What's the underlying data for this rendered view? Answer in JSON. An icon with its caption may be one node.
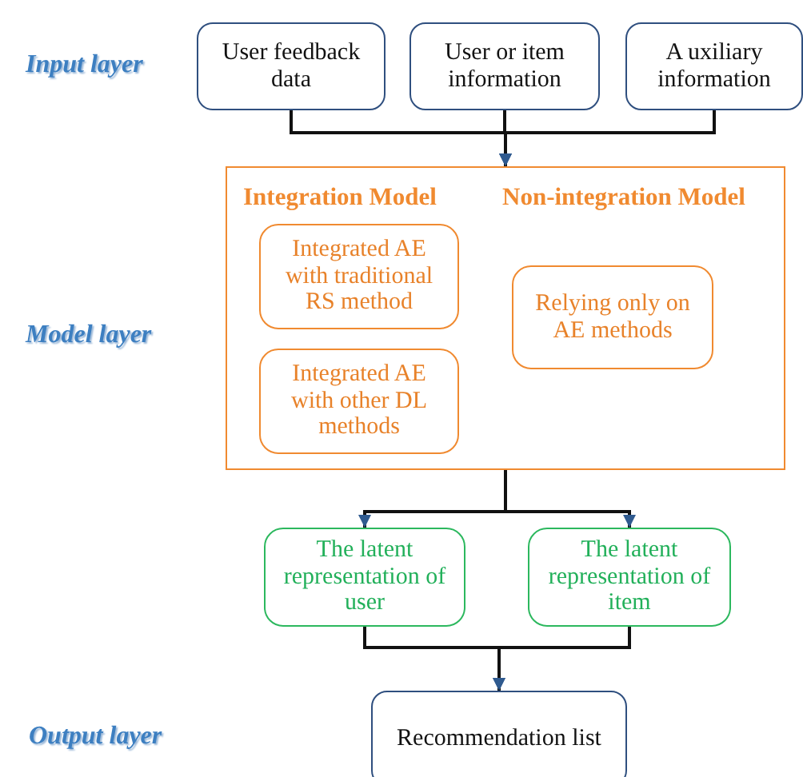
{
  "diagram": {
    "nodes": [
      {
        "text": [
          "User feedback data"
        ]
      },
      {
        "text": [
          "User or item information"
        ]
      },
      {
        "text": [
          "A uxiliary information"
        ]
      },
      {
        "text": [
          "Integration Model",
          "Non-integration Model"
        ]
      },
      {
        "text": [
          "Integrated AE with traditional RS method"
        ],
        "in": 3
      },
      {
        "text": [
          "Integrated AE with other DL methods"
        ],
        "in": 3
      },
      {
        "text": [
          "Relying only on AE methods"
        ],
        "in": 3
      },
      {
        "text": [
          "The latent representation of user"
        ]
      },
      {
        "text": [
          "The latent representation of item"
        ]
      },
      {
        "text": [
          "Recommendation list"
        ]
      }
    ],
    "edges": [
      {
        "from": 0,
        "to": 3,
        "arrow": "to"
      },
      {
        "from": 1,
        "to": 3,
        "arrow": "to"
      },
      {
        "from": 2,
        "to": 3,
        "arrow": "to"
      },
      {
        "from": 3,
        "to": 7,
        "arrow": "to"
      },
      {
        "from": 3,
        "to": 8,
        "arrow": "to"
      },
      {
        "from": 7,
        "to": 9,
        "arrow": "to"
      },
      {
        "from": 8,
        "to": 9,
        "arrow": "to"
      }
    ],
    "labels": [
      "Input layer",
      "Model layer",
      "Output layer"
    ]
  }
}
